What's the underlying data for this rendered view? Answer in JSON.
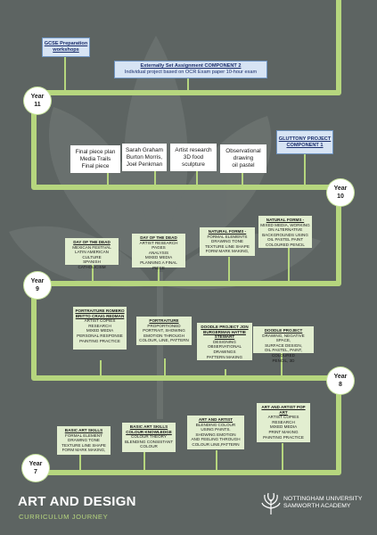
{
  "title": "ART AND DESIGN",
  "subtitle": "CURRICULUM JOURNEY",
  "logo": {
    "line1": "NOTTINGHAM UNIVERSITY",
    "line2": "SAMWORTH ACADEMY",
    "icon": "tree-logo-icon"
  },
  "colors": {
    "background": "#5d6462",
    "road": "#b6d67e",
    "box": "#e2eed0",
    "blue": "#d7e4f4"
  },
  "years": {
    "y11": [
      "Year",
      "11"
    ],
    "y10": [
      "Year",
      "10"
    ],
    "y9": [
      "Year",
      "9"
    ],
    "y8": [
      "Year",
      "8"
    ],
    "y7": [
      "Year",
      "7"
    ]
  },
  "year11": {
    "gcse": [
      "GCSE Preparation",
      "workshops"
    ],
    "exam_title": "Externally Set Assignment COMPONENT 2",
    "exam_desc": "Individual project based on OCR Exam paper 10-hour exam"
  },
  "year10": {
    "gluttony": [
      "GLUTTONY PROJECT",
      "COMPONENT 1"
    ],
    "tasks": [
      [
        "Final piece plan",
        "Media Trails",
        "Final piece"
      ],
      [
        "Sarah Graham",
        "Burton Morris,",
        "Joel Penkman"
      ],
      [
        "Artist research",
        "3D food",
        "sculpture"
      ],
      [
        "Observational",
        "drawing",
        "oil pastel"
      ]
    ],
    "natural1": {
      "title": "NATURAL FORMS -",
      "lines": [
        "MIXED MEDIA, WORKING",
        "ON ALTERNATIVE",
        "BACKGROUNDS USING",
        "OIL PASTEL PAINT",
        "COLOURED PENCIL"
      ]
    }
  },
  "year9": {
    "dead1": {
      "title": "DAY OF THE DEAD",
      "lines": [
        "MEXICAN FESTIVAL",
        "LATIN AMERICAN CULTURE",
        "SPANISH",
        "CATHOLICISM"
      ]
    },
    "dead2": {
      "title": "DAY OF THE DEAD",
      "lines": [
        "ARTIST RESEARCH PAGES",
        "ANALYSIS",
        "MIXED MEDIA",
        "PLANNING A FINAL PIECE"
      ]
    },
    "natural2": {
      "title": "NATURAL FORMS -",
      "lines": [
        "FORMAL ELEMENTS",
        "DRAWING TONE",
        "TEXTURE LINE SHAPE",
        "FORM MARK MAKING,"
      ]
    }
  },
  "year8": {
    "romero": {
      "title": "PORTRAITURE ROMERO BRITTO CRAIG REDMAN",
      "lines": [
        "ARTIST COPIES",
        "RESEARCH",
        "MIXED MEDIA",
        "PERSONAL RESPONSE",
        "PAINTING PRACTICE"
      ]
    },
    "portraiture": {
      "title": "PORTRAITURE",
      "lines": [
        "PROPORTIONED",
        "PORTRAIT, SHOWING",
        "EMOTION THROUGH",
        "COLOUR, LINE, PATTERN"
      ]
    },
    "doodle1": {
      "title": "DOODLE PROJECT JON BURGERMAN HATTIE STEWART",
      "lines": [
        "DESIGNING",
        "OBSERVATIONAL",
        "DRAWINGS",
        "PATTERN MAKING"
      ]
    },
    "doodle2": {
      "title": "DOODLE PROJECT",
      "lines": [
        "DRAWING, NEGATIVE SPACE,",
        "SURFACE DESIGN,",
        "OIL PASTEL, PAINT, COLOURED",
        "PENCIL, 3D"
      ]
    }
  },
  "year7": {
    "basic1": {
      "title": "BASIC ART SKILLS",
      "lines": [
        "FORMAL ELEMENT",
        "DRAWING TONE",
        "TEXTURE LINE SHAPE",
        "FORM MARK MAKING,"
      ]
    },
    "basic2": {
      "title": "BASIC ART SKILLS COLOUR KNOWLEDGE",
      "lines": [
        "COLOUR THEORY",
        "BLENDING CONSISTANT",
        "COLOUR"
      ]
    },
    "artist1": {
      "title": "ART AND ARTIST",
      "lines": [
        "BLENDING COLOUR",
        "USING PAINTS.",
        "SHOWING EMOTION",
        "AND FEELING THROUGH",
        "COLOUR LINE,PATTERN"
      ]
    },
    "artist2": {
      "title": "ART AND ARTIST POP ART",
      "lines": [
        "ARTIST COPIES",
        "RESEARCH",
        "MIXED MEDIA",
        "PRINT MAKING",
        "PAINTING PRACTICE"
      ]
    }
  }
}
